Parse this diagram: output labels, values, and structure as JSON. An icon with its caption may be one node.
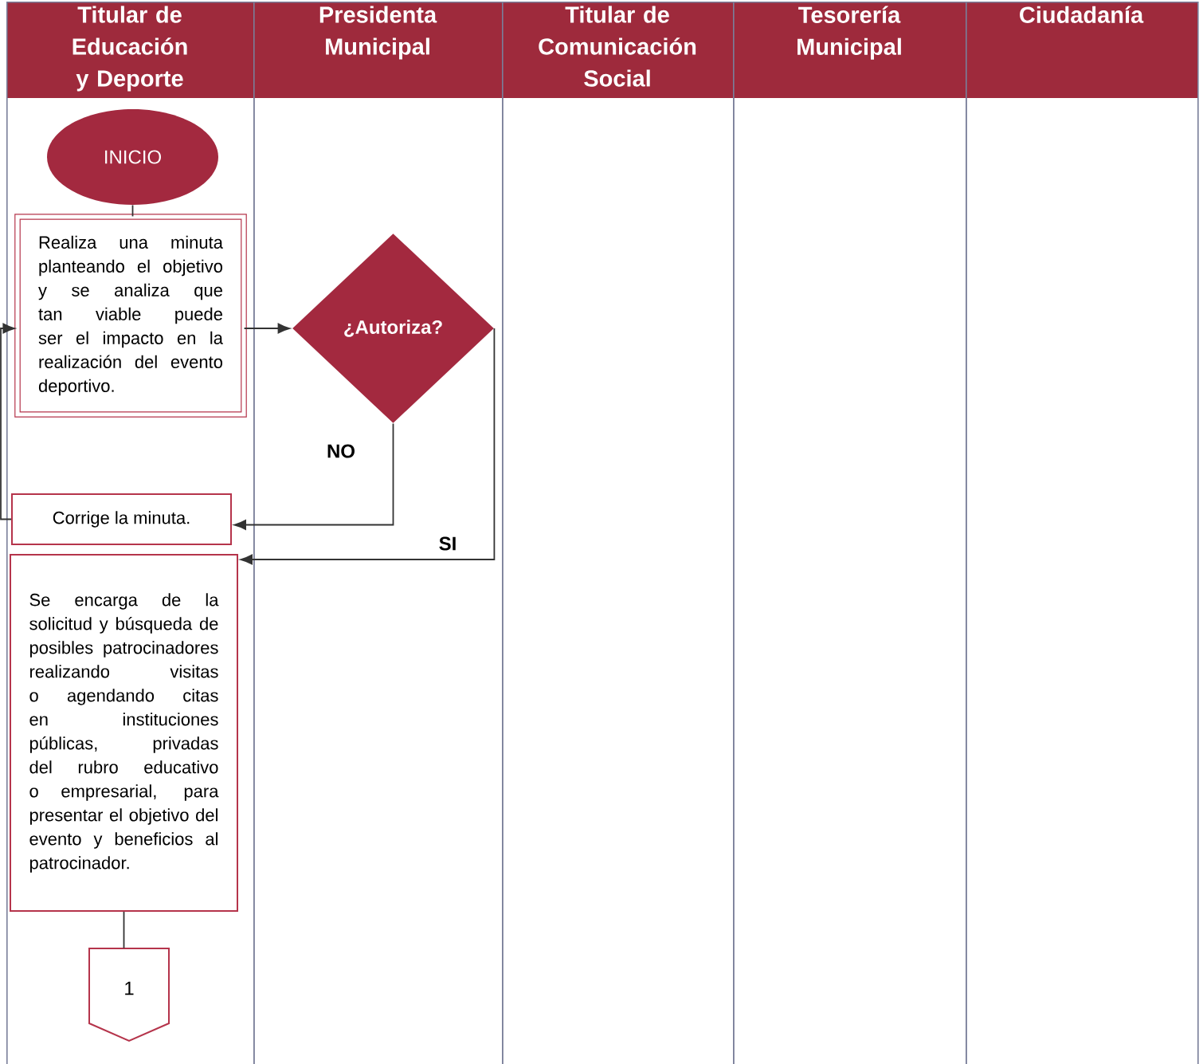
{
  "diagram": {
    "nodes": [
      {
        "text": [
          "Titular de Educación y Deporte"
        ]
      },
      {
        "text": [
          "Presidenta Municipal"
        ]
      },
      {
        "text": [
          "Titular de Comunicación Social"
        ]
      },
      {
        "text": [
          "Tesorería Municipal"
        ]
      },
      {
        "text": [
          "Ciudadanía"
        ]
      },
      {
        "text": [
          "INICIO"
        ],
        "in": 0
      },
      {
        "text": [
          "Realiza una minuta planteando el objetivo y se analiza que tan viable puede ser el impacto en la realización del evento deportivo."
        ],
        "in": 0
      },
      {
        "text": [
          "¿Autoriza?"
        ],
        "in": 1
      },
      {
        "text": [
          "Corrige la minuta."
        ],
        "in": 0
      },
      {
        "text": [
          "Se encarga de la solicitud y búsqueda de posibles patrocinadores realizando visitas o agendando citas en instituciones públicas, privadas del rubro educativo o empresarial, para presentar el objetivo del evento y beneficios al patrocinador."
        ],
        "in": 0
      },
      {
        "text": [
          "1"
        ],
        "in": 0
      }
    ],
    "edges": [
      {
        "from": 5,
        "to": 6,
        "arrow": "none"
      },
      {
        "from": 6,
        "to": 7,
        "arrow": "to"
      },
      {
        "from": 7,
        "to": 8,
        "arrow": "to",
        "label": "NO"
      },
      {
        "from": 7,
        "to": 9,
        "arrow": "to",
        "label": "SI"
      },
      {
        "from": 8,
        "to": 6,
        "arrow": "to"
      },
      {
        "from": 9,
        "to": 10,
        "arrow": "none"
      }
    ]
  }
}
